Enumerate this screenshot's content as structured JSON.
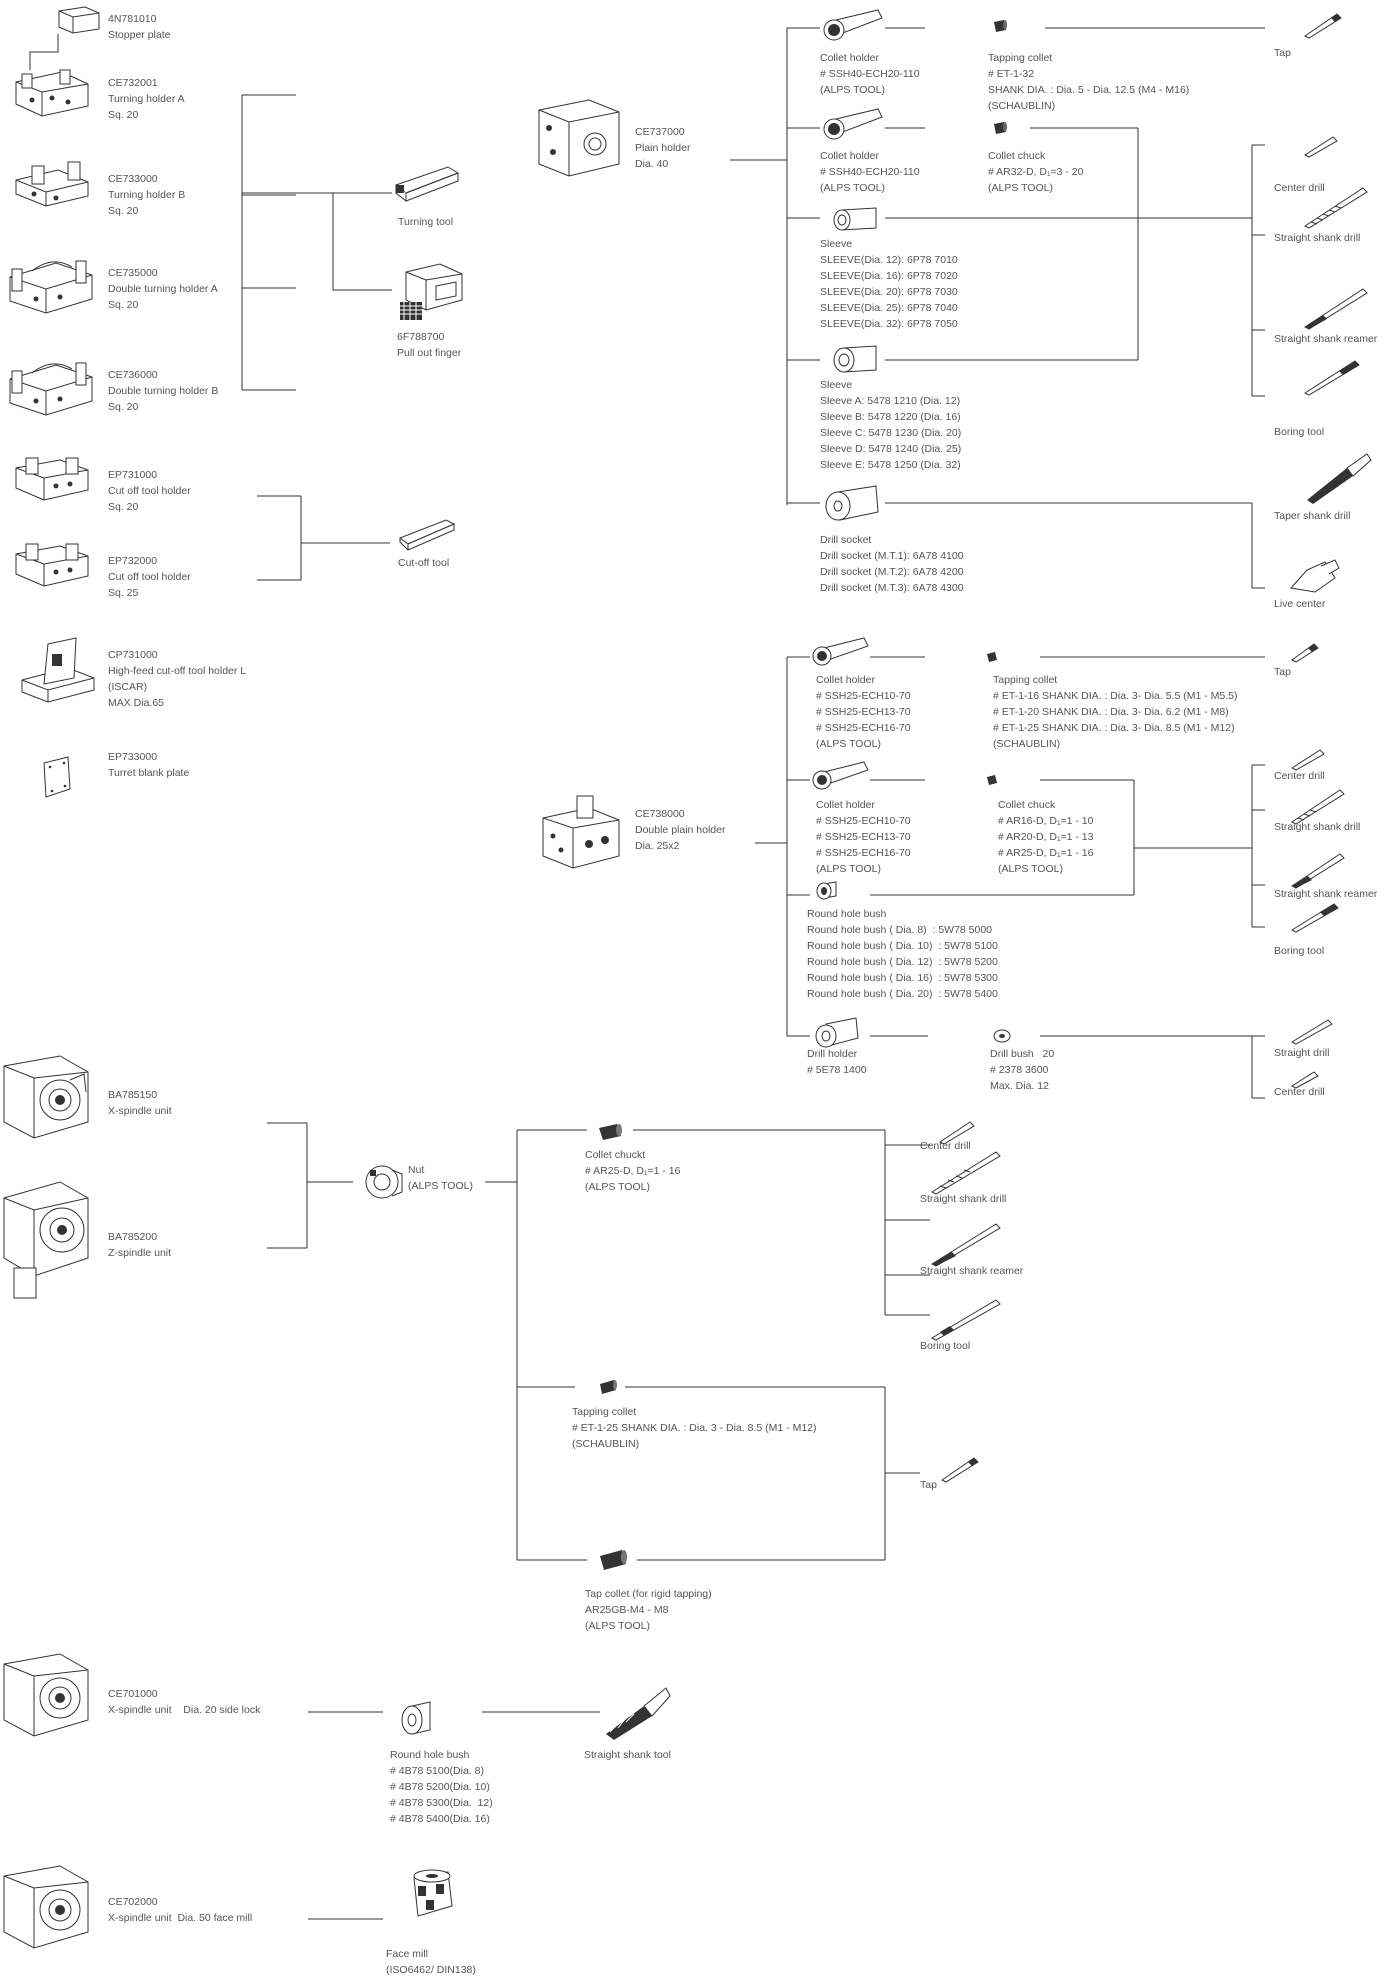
{
  "items": {
    "stopper": [
      "4N781010",
      "Stopper plate"
    ],
    "ce732001": [
      "CE732001",
      "Turning holder A",
      "Sq. 20"
    ],
    "ce733000": [
      "CE733000",
      "Turning holder B",
      "Sq. 20"
    ],
    "ce735000": [
      "CE735000",
      "Double turning holder A",
      "Sq. 20"
    ],
    "ce736000": [
      "CE736000",
      "Double turning holder B",
      "Sq. 20"
    ],
    "turning_tool": [
      "Turning tool"
    ],
    "pull_out_finger": [
      "6F788700",
      "Pull out finger"
    ],
    "ep731000": [
      "EP731000",
      "Cut off tool holder",
      "Sq. 20"
    ],
    "ep732000": [
      "EP732000",
      "Cut off tool holder",
      "Sq. 25"
    ],
    "cut_off_tool": [
      "Cut-off tool"
    ],
    "cp731000": [
      "CP731000",
      "High-feed cut-off tool holder L",
      "(ISCAR)",
      "MAX Dia.65"
    ],
    "ep733000": [
      "EP733000",
      "Turret blank plate"
    ],
    "ce737000": [
      "CE737000",
      "Plain holder",
      "Dia. 40"
    ],
    "a_collet_holder_1": [
      "Collet holder",
      "# SSH40-ECH20-110",
      "(ALPS TOOL)"
    ],
    "a_tapping_collet": [
      "Tapping collet",
      "# ET-1-32",
      "SHANK DIA. : Dia. 5 - Dia. 12.5 (M4 - M16)",
      "(SCHAUBLIN)"
    ],
    "a_tap": [
      "Tap"
    ],
    "a_collet_holder_2": [
      "Collet holder",
      "# SSH40-ECH20-110",
      "(ALPS TOOL)"
    ],
    "a_collet_chuck": [
      "Collet chuck",
      "# AR32-D, D₁=3 - 20",
      "(ALPS TOOL)"
    ],
    "a_sleeve_1": [
      "Sleeve",
      "SLEEVE(Dia. 12): 6P78 7010",
      "SLEEVE(Dia. 16): 6P78 7020",
      "SLEEVE(Dia. 20): 6P78 7030",
      "SLEEVE(Dia. 25): 6P78 7040",
      "SLEEVE(Dia. 32): 6P78 7050"
    ],
    "a_sleeve_2": [
      "Sleeve",
      "Sleeve A: 5478 1210 (Dia. 12)",
      "Sleeve B: 5478 1220 (Dia. 16)",
      "Sleeve C: 5478 1230 (Dia. 20)",
      "Sleeve D: 5478 1240 (Dia. 25)",
      "Sleeve E: 5478 1250 (Dia. 32)"
    ],
    "a_drill_socket": [
      "Drill socket",
      "Drill socket (M.T.1): 6A78 4100",
      "Drill socket (M.T.2): 6A78 4200",
      "Drill socket (M.T.3): 6A78 4300"
    ],
    "a_center_drill": [
      "Center drill"
    ],
    "a_straight_drill": [
      "Straight shank drill"
    ],
    "a_reamer": [
      "Straight shank reamer"
    ],
    "a_boring": [
      "Boring tool"
    ],
    "a_taper_drill": [
      "Taper shank drill"
    ],
    "a_live_center": [
      "Live center"
    ],
    "ce738000": [
      "CE738000",
      "Double plain holder",
      "Dia. 25x2"
    ],
    "b_collet_holder_1": [
      "Collet holder",
      "# SSH25-ECH10-70",
      "# SSH25-ECH13-70",
      "# SSH25-ECH16-70",
      "(ALPS TOOL)"
    ],
    "b_tapping_collet": [
      "Tapping collet",
      "# ET-1-16 SHANK DIA. : Dia. 3- Dia. 5.5 (M1 - M5.5)",
      "# ET-1-20 SHANK DIA. : Dia. 3- Dia. 6.2 (M1 - M8)",
      "# ET-1-25 SHANK DIA. : Dia. 3- Dia. 8.5 (M1 - M12)",
      "(SCHAUBLIN)"
    ],
    "b_tap": [
      "Tap"
    ],
    "b_collet_holder_2": [
      "Collet holder",
      "# SSH25-ECH10-70",
      "# SSH25-ECH13-70",
      "# SSH25-ECH16-70",
      "(ALPS TOOL)"
    ],
    "b_collet_chuck": [
      "Collet chuck",
      "# AR16-D, D₁=1 - 10",
      "# AR20-D, D₁=1 - 13",
      "# AR25-D, D₁=1 - 16",
      "(ALPS TOOL)"
    ],
    "b_round_bush": [
      "Round hole bush",
      "Round hole bush ( Dia. 8)  : 5W78 5000",
      "Round hole bush ( Dia. 10)  : 5W78 5100",
      "Round hole bush ( Dia. 12)  : 5W78 5200",
      "Round hole bush ( Dia. 16)  : 5W78 5300",
      "Round hole bush ( Dia. 20)  : 5W78 5400"
    ],
    "b_center_drill": [
      "Center drill"
    ],
    "b_straight_drill": [
      "Straight shank drill"
    ],
    "b_reamer": [
      "Straight shank reamer"
    ],
    "b_boring": [
      "Boring tool"
    ],
    "b_drill_holder": [
      "Drill holder",
      "# 5E78 1400"
    ],
    "b_drill_bush": [
      "Drill bush   20",
      "# 2378 3600",
      "Max. Dia. 12"
    ],
    "b_straight_drill_2": [
      "Straight drill"
    ],
    "b_center_drill_2": [
      "Center drill"
    ],
    "ba785150": [
      "BA785150",
      "X-spindle unit"
    ],
    "ba785200": [
      "BA785200",
      "Z-spindle unit"
    ],
    "nut": [
      "Nut",
      "(ALPS TOOL)"
    ],
    "c_collet_chuck": [
      "Collet chuckt",
      "# AR25-D, D₁=1 - 16",
      "(ALPS TOOL)"
    ],
    "c_center_drill": [
      "Center drill"
    ],
    "c_straight_drill": [
      "Straight shank drill"
    ],
    "c_reamer": [
      "Straight shank reamer"
    ],
    "c_boring": [
      "Boring tool"
    ],
    "c_tapping_collet": [
      "Tapping collet",
      "# ET-1-25 SHANK DIA. : Dia. 3 - Dia. 8.5 (M1 - M12)",
      "(SCHAUBLIN)"
    ],
    "c_tap": [
      "Tap"
    ],
    "c_tap_collet": [
      "Tap collet (for rigid tapping)",
      "AR25GB-M4 - M8",
      "(ALPS TOOL)"
    ],
    "ce701000": [
      "CE701000",
      "X-spindle unit    Dia. 20 side lock"
    ],
    "d_round_bush": [
      "Round hole bush",
      "# 4B78 5100(Dia. 8)",
      "# 4B78 5200(Dia. 10)",
      "# 4B78 5300(Dia.  12)",
      "# 4B78 5400(Dia. 16)"
    ],
    "d_straight_tool": [
      "Straight shank tool"
    ],
    "ce702000": [
      "CE702000",
      "X-spindle unit  Dia. 50 face mill"
    ],
    "e_face_mill": [
      "Face mill",
      "(ISO6462/ DIN138)"
    ]
  }
}
